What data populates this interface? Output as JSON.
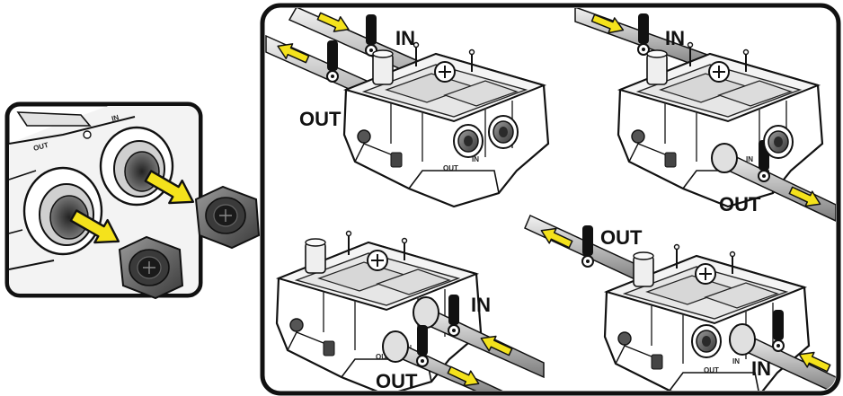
{
  "inset": {
    "port_label_in": "IN",
    "port_label_out": "OUT"
  },
  "panels": {
    "top_left": {
      "in_label": "IN",
      "out_label": "OUT"
    },
    "top_right": {
      "in_label": "IN",
      "out_label": "OUT"
    },
    "bottom_left": {
      "in_label": "IN",
      "out_label": "OUT"
    },
    "bottom_right": {
      "in_label": "IN",
      "out_label": "OUT"
    }
  },
  "colors": {
    "arrow_yellow": "#f4e21c",
    "outline": "#111111",
    "pipe": "#c8c8c8",
    "frame": "#111111"
  }
}
